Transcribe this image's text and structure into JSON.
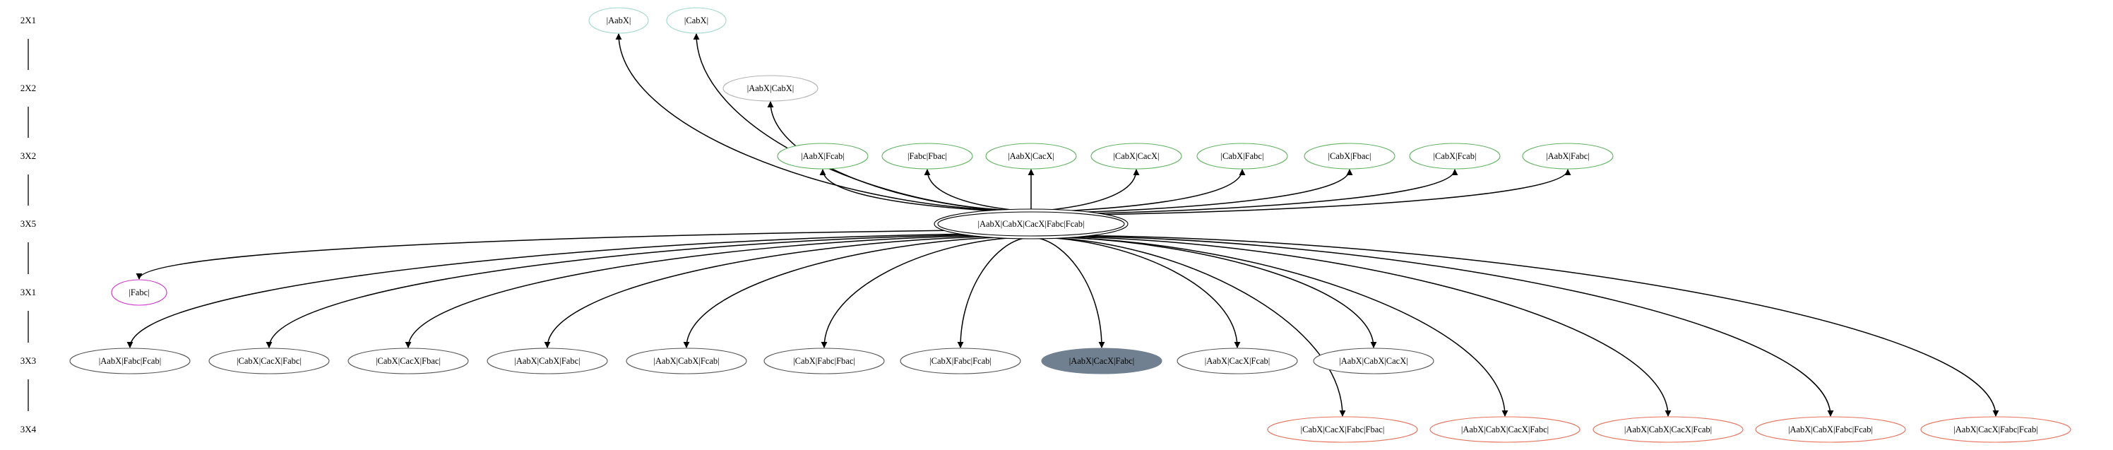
{
  "rank_labels": [
    "2X1",
    "2X2",
    "3X2",
    "3X5",
    "3X1",
    "3X3",
    "3X4"
  ],
  "center": {
    "label": "|AabX|CabX|CacX|Fabc|Fcab|",
    "color": "#000000"
  },
  "nodes": [
    {
      "id": "n_aabx",
      "label": "|AabX|",
      "rank": 0,
      "color": "#9fd8cd"
    },
    {
      "id": "n_cabx",
      "label": "|CabX|",
      "rank": 0,
      "color": "#9fd8cd"
    },
    {
      "id": "n_aabx_cabx",
      "label": "|AabX|CabX|",
      "rank": 1,
      "color": "#b3b3b3"
    },
    {
      "id": "n_aabx_fcab",
      "label": "|AabX|Fcab|",
      "rank": 2,
      "color": "#63b363"
    },
    {
      "id": "n_fabc_fbac",
      "label": "|Fabc|Fbac|",
      "rank": 2,
      "color": "#63b363"
    },
    {
      "id": "n_aabx_cacx",
      "label": "|AabX|CacX|",
      "rank": 2,
      "color": "#63b363"
    },
    {
      "id": "n_cabx_cacx",
      "label": "|CabX|CacX|",
      "rank": 2,
      "color": "#63b363"
    },
    {
      "id": "n_cabx_fabc",
      "label": "|CabX|Fabc|",
      "rank": 2,
      "color": "#63b363"
    },
    {
      "id": "n_cabx_fbac",
      "label": "|CabX|Fbac|",
      "rank": 2,
      "color": "#63b363"
    },
    {
      "id": "n_cabx_fcab",
      "label": "|CabX|Fcab|",
      "rank": 2,
      "color": "#63b363"
    },
    {
      "id": "n_aabx_fabc",
      "label": "|AabX|Fabc|",
      "rank": 2,
      "color": "#63b363"
    },
    {
      "id": "n_fabc",
      "label": "|Fabc|",
      "rank": 4,
      "color": "#cc33cc"
    },
    {
      "id": "n_r3_1",
      "label": "|AabX|Fabc|Fcab|",
      "rank": 5,
      "color": "#555555"
    },
    {
      "id": "n_r3_2",
      "label": "|CabX|CacX|Fabc|",
      "rank": 5,
      "color": "#555555"
    },
    {
      "id": "n_r3_3",
      "label": "|CabX|CacX|Fbac|",
      "rank": 5,
      "color": "#555555"
    },
    {
      "id": "n_r3_4",
      "label": "|AabX|CabX|Fabc|",
      "rank": 5,
      "color": "#555555"
    },
    {
      "id": "n_r3_5",
      "label": "|AabX|CabX|Fcab|",
      "rank": 5,
      "color": "#555555"
    },
    {
      "id": "n_r3_6",
      "label": "|CabX|Fabc|Fbac|",
      "rank": 5,
      "color": "#555555"
    },
    {
      "id": "n_r3_7",
      "label": "|CabX|Fabc|Fcab|",
      "rank": 5,
      "color": "#555555"
    },
    {
      "id": "n_r3_8",
      "label": "|AabX|CacX|Fabc|",
      "rank": 5,
      "color": "#708090",
      "filled": true
    },
    {
      "id": "n_r3_9",
      "label": "|AabX|CacX|Fcab|",
      "rank": 5,
      "color": "#555555"
    },
    {
      "id": "n_r3_10",
      "label": "|AabX|CabX|CacX|",
      "rank": 5,
      "color": "#555555"
    },
    {
      "id": "n_r4_1",
      "label": "|CabX|CacX|Fabc|Fbac|",
      "rank": 6,
      "color": "#e6735c"
    },
    {
      "id": "n_r4_2",
      "label": "|AabX|CabX|CacX|Fabc|",
      "rank": 6,
      "color": "#e6735c"
    },
    {
      "id": "n_r4_3",
      "label": "|AabX|CabX|CacX|Fcab|",
      "rank": 6,
      "color": "#e6735c"
    },
    {
      "id": "n_r4_4",
      "label": "|AabX|CabX|Fabc|Fcab|",
      "rank": 6,
      "color": "#e6735c"
    },
    {
      "id": "n_r4_5",
      "label": "|AabX|CacX|Fabc|Fcab|",
      "rank": 6,
      "color": "#e6735c"
    }
  ]
}
